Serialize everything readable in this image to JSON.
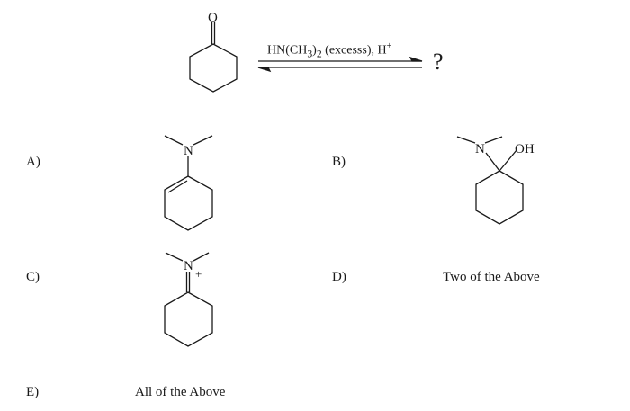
{
  "reaction": {
    "reactant": "cyclohexanone",
    "reactant_atom_O": "O",
    "reagent_main": "HN(CH",
    "reagent_sub": "3",
    "reagent_close": ")",
    "reagent_sub2": "2",
    "reagent_rest": " (excesss), H",
    "reagent_sup": "+",
    "product": "?",
    "arrow_type": "equilibrium"
  },
  "options": [
    {
      "letter": "A)",
      "structure": "1-(dimethylamino)cyclohexene (enamine)",
      "atom_N": "N"
    },
    {
      "letter": "B)",
      "structure": "1-(dimethylamino)cyclohexanol (carbinolamine)",
      "atom_N": "N",
      "atom_OH": "OH"
    },
    {
      "letter": "C)",
      "structure": "N,N-dimethylcyclohexaniminium (iminium ion)",
      "atom_N": "N",
      "charge": "+"
    },
    {
      "letter": "D)",
      "text": "Two of the Above"
    },
    {
      "letter": "E)",
      "text": "All of the Above"
    }
  ]
}
